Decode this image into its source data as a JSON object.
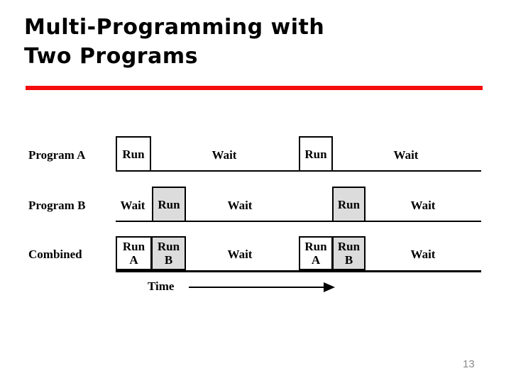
{
  "slide": {
    "title": "Multi-Programming with\nTwo Programs",
    "rule_color": "#f40c0c",
    "page_number": "13"
  },
  "diagram": {
    "rows": [
      {
        "label": "Program A",
        "segments": [
          {
            "kind": "box",
            "text": "Run",
            "fill": "white"
          },
          {
            "kind": "label",
            "text": "Wait"
          },
          {
            "kind": "box",
            "text": "Run",
            "fill": "white"
          },
          {
            "kind": "label",
            "text": "Wait"
          }
        ]
      },
      {
        "label": "Program B",
        "segments": [
          {
            "kind": "label",
            "text": "Wait"
          },
          {
            "kind": "box",
            "text": "Run",
            "fill": "gray"
          },
          {
            "kind": "label",
            "text": "Wait"
          },
          {
            "kind": "box",
            "text": "Run",
            "fill": "gray"
          },
          {
            "kind": "label",
            "text": "Wait"
          }
        ]
      },
      {
        "label": "Combined",
        "segments": [
          {
            "kind": "box",
            "text": "Run",
            "subtext": "A",
            "fill": "white"
          },
          {
            "kind": "box",
            "text": "Run",
            "subtext": "B",
            "fill": "gray"
          },
          {
            "kind": "label",
            "text": "Wait"
          },
          {
            "kind": "box",
            "text": "Run",
            "subtext": "A",
            "fill": "white"
          },
          {
            "kind": "box",
            "text": "Run",
            "subtext": "B",
            "fill": "gray"
          },
          {
            "kind": "label",
            "text": "Wait"
          }
        ]
      }
    ],
    "axis": {
      "label": "Time",
      "arrow": "right-arrow-icon"
    },
    "colors": {
      "box_fill_white": "#ffffff",
      "box_fill_gray": "#dcdcdc",
      "stroke": "#000000"
    }
  }
}
